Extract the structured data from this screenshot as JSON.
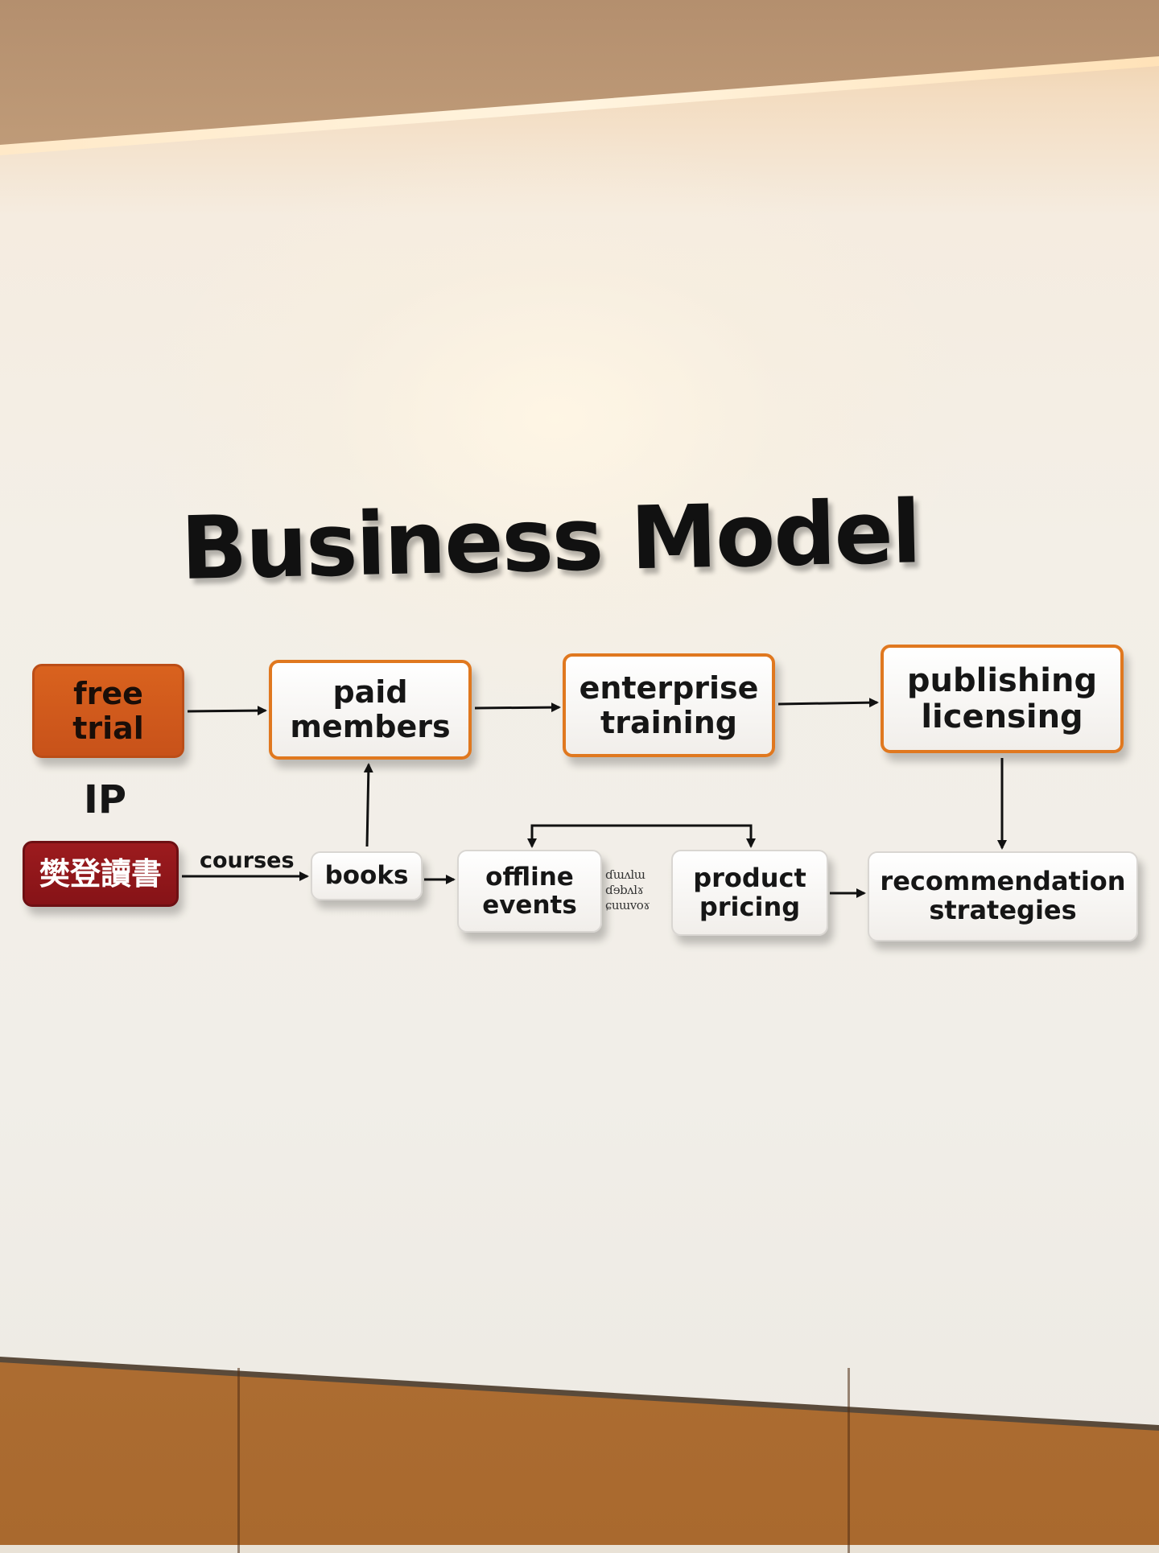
{
  "title": "Business Model",
  "nodes": {
    "free_trial": "free\ntrial",
    "paid_members": "paid\nmembers",
    "enterprise_training": "enterprise\ntraining",
    "publishing_licensing": "publishing\nlicensing",
    "chinese_sign": "樊登讀書",
    "books": "books",
    "offline_events": "offline\nevents",
    "product_pricing": "product\npricing",
    "recommendation_strategies": "recommendation\nstrategies"
  },
  "labels": {
    "ip": "IP",
    "courses": "courses",
    "scribble": "ɗɯʌlɯ\nɗɘbʌlɤ\nɕuɯvoɤ"
  },
  "colors": {
    "accent_orange": "#e0781f",
    "fill_orange": "#d9621e",
    "fill_red": "#9c1b1e",
    "text_dark": "#161616"
  }
}
